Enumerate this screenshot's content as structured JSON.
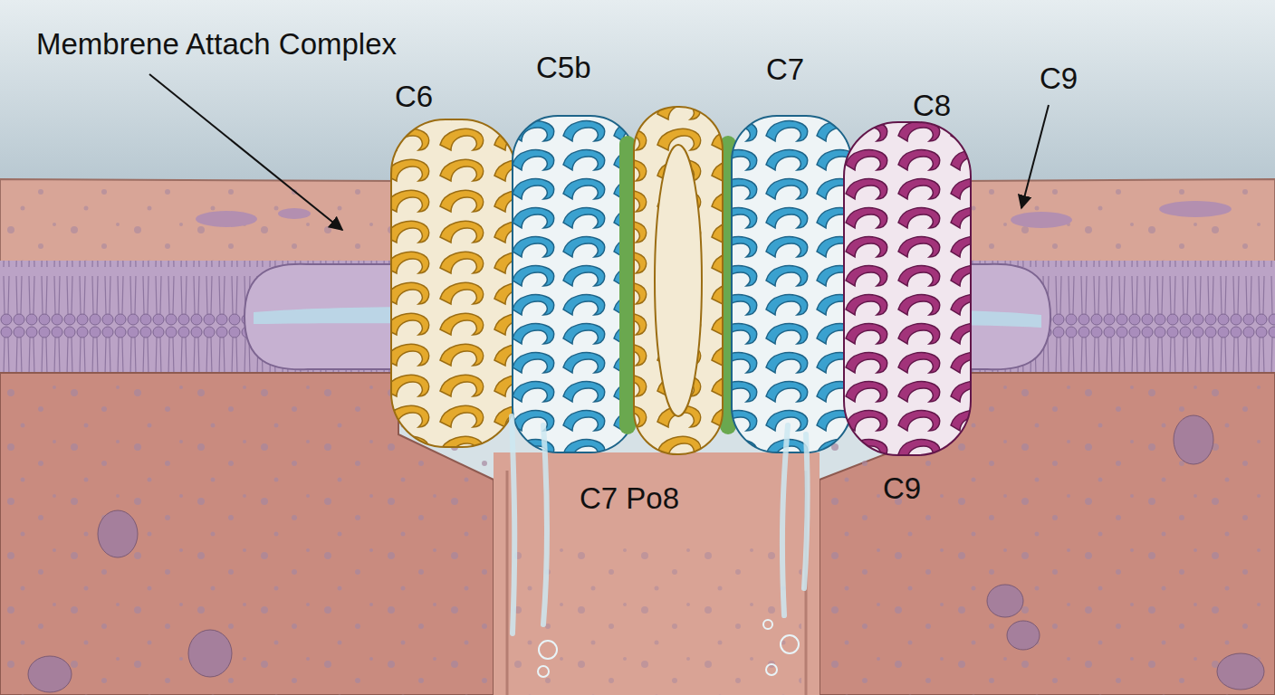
{
  "diagram": {
    "labels": [
      "Membrene Attach Complex",
      "C5b",
      "C7",
      "C9",
      "C6",
      "C8",
      "C7 Po8",
      "C9"
    ]
  }
}
